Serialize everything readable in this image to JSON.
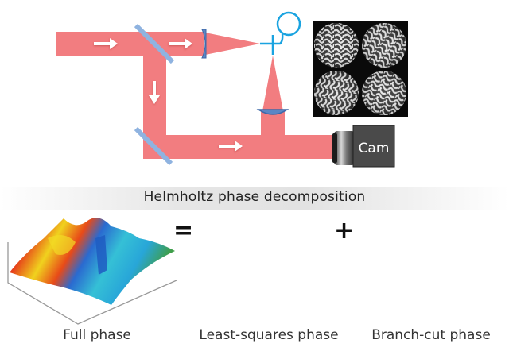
{
  "setup": {
    "beam_color": "#f27d80",
    "optic_color": "#8fb3e0",
    "lens_color": "#5b86c4",
    "fiber_color": "#1aa3e0",
    "camera_label": "Cam",
    "speckle_panel": {
      "count": 4,
      "description": "2x2 speckle intensity patterns"
    }
  },
  "decomposition": {
    "title": "Helmholtz phase decomposition",
    "equals_sign": "=",
    "plus_sign": "+",
    "panels": [
      {
        "label": "Full phase"
      },
      {
        "label": "Least-squares phase"
      },
      {
        "label": "Branch-cut phase"
      }
    ]
  }
}
